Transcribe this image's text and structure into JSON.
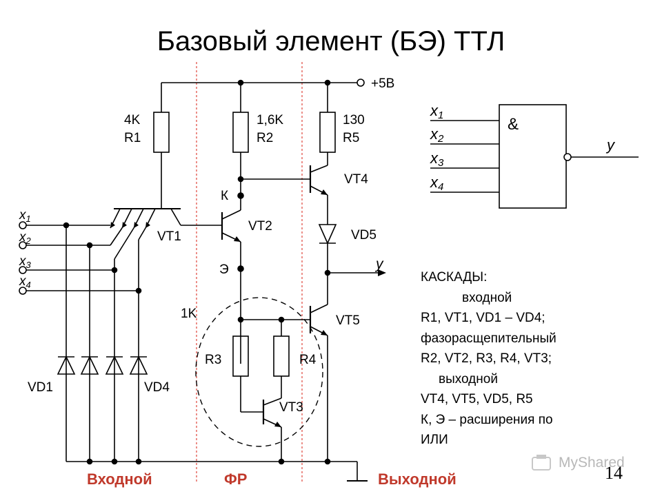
{
  "title": "Базовый элемент (БЭ) ТТЛ",
  "supply": "+5В",
  "resistors": {
    "r1": {
      "value": "4K",
      "name": "R1"
    },
    "r2": {
      "value": "1,6K",
      "name": "R2"
    },
    "r5": {
      "value": "130",
      "name": "R5"
    },
    "r3": "R3",
    "r4": "R4",
    "r3_value": "1K"
  },
  "transistors": {
    "vt1": "VT1",
    "vt2": "VT2",
    "vt3": "VT3",
    "vt4": "VT4",
    "vt5": "VT5"
  },
  "diodes": {
    "vd1": "VD1",
    "vd4": "VD4",
    "vd5": "VD5"
  },
  "points": {
    "k": "К",
    "e": "Э"
  },
  "output": "y",
  "inputs": [
    {
      "letter": "x",
      "sub": "1"
    },
    {
      "letter": "x",
      "sub": "2"
    },
    {
      "letter": "x",
      "sub": "3"
    },
    {
      "letter": "x",
      "sub": "4"
    }
  ],
  "gate": {
    "symbol": "&",
    "output": "y",
    "inputs": [
      {
        "letter": "x",
        "sub": "1"
      },
      {
        "letter": "x",
        "sub": "2"
      },
      {
        "letter": "x",
        "sub": "3"
      },
      {
        "letter": "x",
        "sub": "4"
      }
    ]
  },
  "cascades": {
    "heading": "КАСКАДЫ:",
    "input_label": "входной",
    "input_parts": "R1, VT1, VD1 – VD4;",
    "phase_label": "фазорасщепительный",
    "phase_parts": "R2, VT2, R3, R4, VT3;",
    "output_label": "выходной",
    "output_parts": "VT4, VT5, VD5, R5",
    "note_line1": "К, Э – расширения по",
    "note_line2": "ИЛИ"
  },
  "zones": {
    "input": "Входной",
    "phase": "ФР",
    "output": "Выходной"
  },
  "page_number": "14",
  "watermark": "MyShared",
  "colors": {
    "zone_text": "#c0392b",
    "zone_divider": "#e0443a"
  }
}
